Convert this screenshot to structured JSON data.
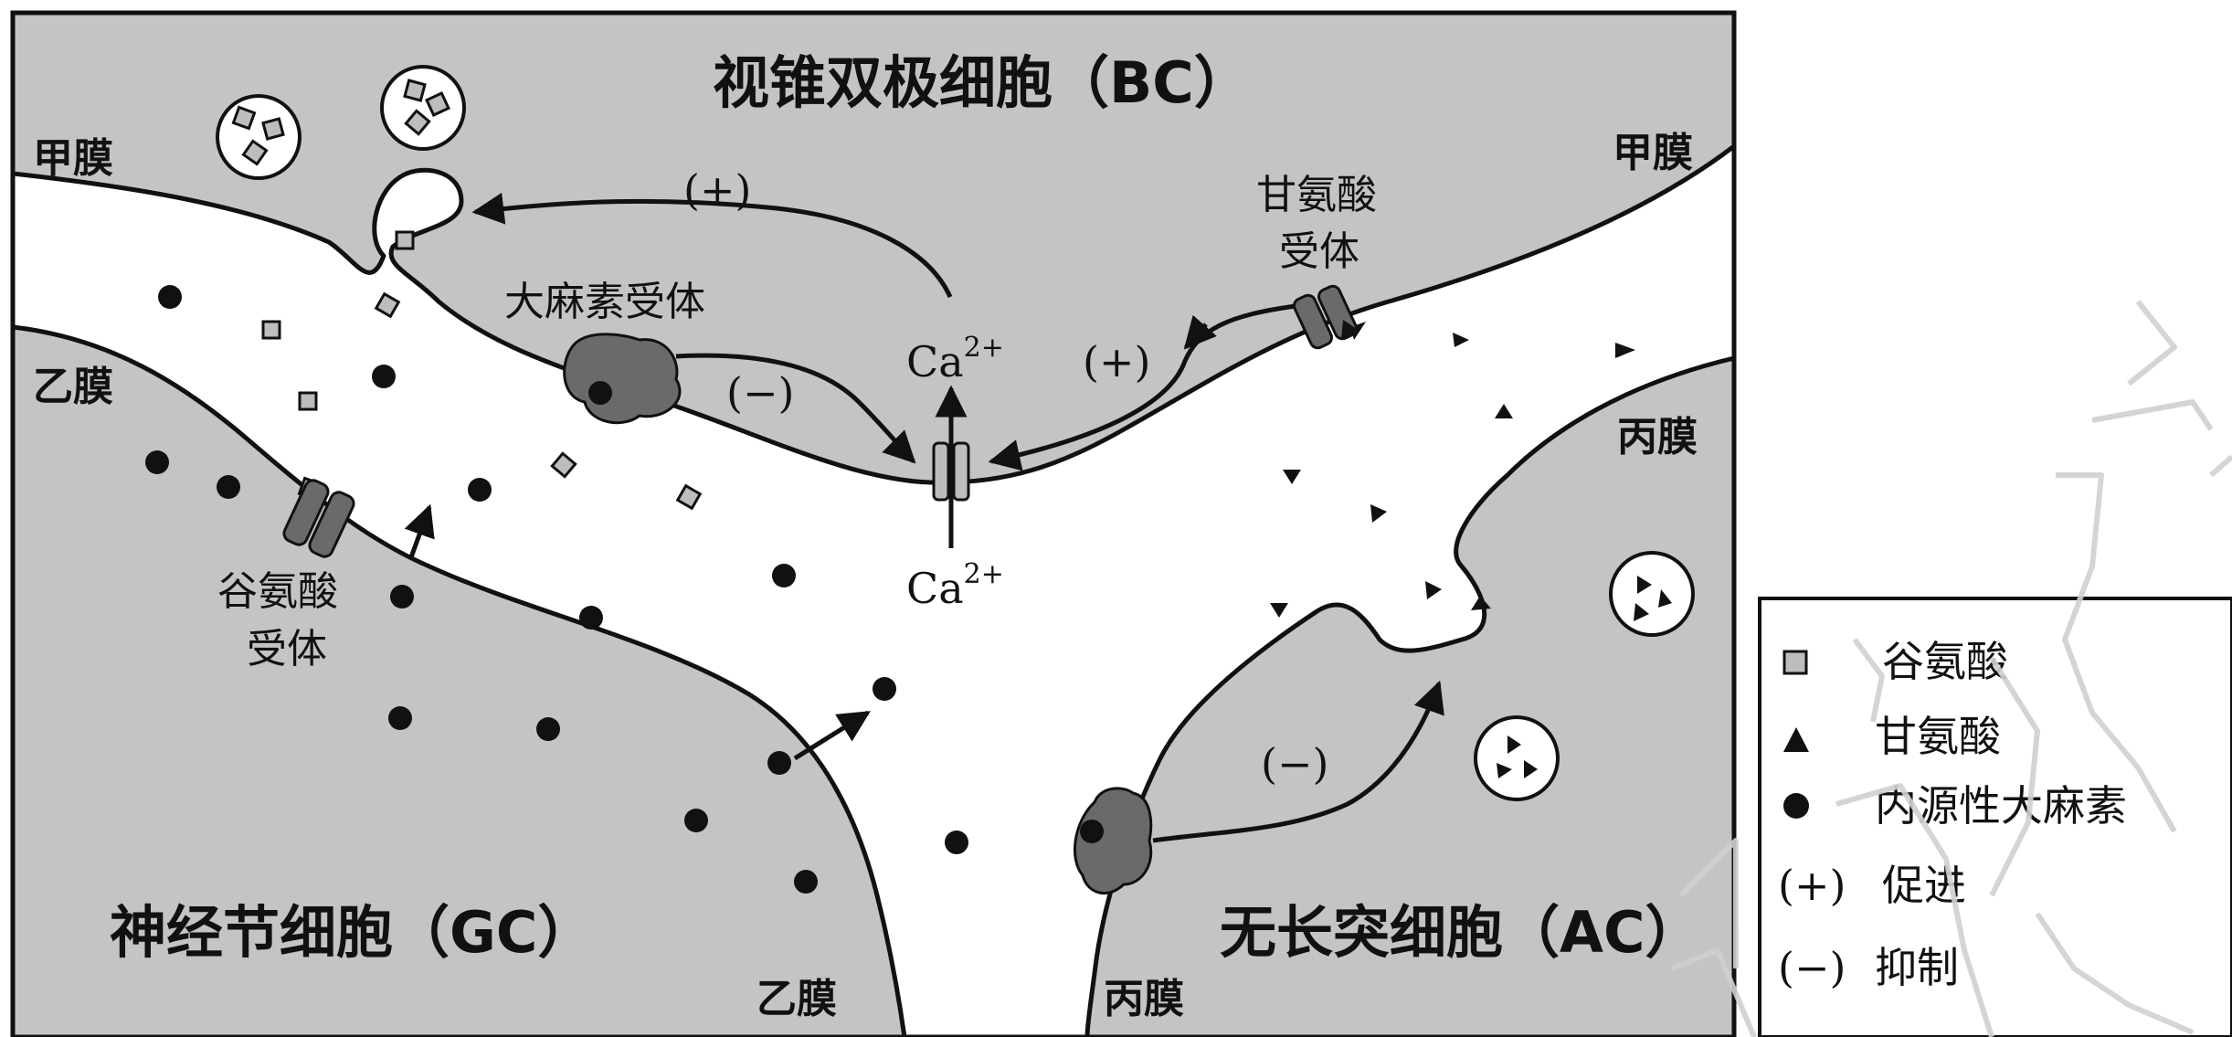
{
  "cells": {
    "bc": "视锥双极细胞（BC）",
    "gc": "神经节细胞（GC）",
    "ac": "无长突细胞（AC）"
  },
  "membranes": {
    "jia_left": "甲膜",
    "jia_right": "甲膜",
    "yi_left": "乙膜",
    "yi_bottom": "乙膜",
    "bing_right": "丙膜",
    "bing_bottom": "丙膜"
  },
  "receptors": {
    "cannabinoid": "大麻素受体",
    "glycine_line1": "甘氨酸",
    "glycine_line2": "受体",
    "glutamate_line1": "谷氨酸",
    "glutamate_line2": "受体"
  },
  "ions": {
    "base": "Ca",
    "charge": "2+"
  },
  "signs": {
    "plus": "(+)",
    "minus": "(−)"
  },
  "legend": {
    "items": [
      {
        "symbol": "square",
        "label": "谷氨酸"
      },
      {
        "symbol": "triangle",
        "label": "甘氨酸"
      },
      {
        "symbol": "circle",
        "label": "内源性大麻素"
      },
      {
        "symbol": "plus",
        "mark": "(+)",
        "label": "促进"
      },
      {
        "symbol": "minus",
        "mark": "(−)",
        "label": "抑制"
      }
    ]
  },
  "colors": {
    "cell_fill": "#c4c4c4",
    "cleft_fill": "#ffffff",
    "receptor_fill": "#6a6a6a",
    "glutamate_fill": "#bdbdbd",
    "ink": "#111111"
  }
}
